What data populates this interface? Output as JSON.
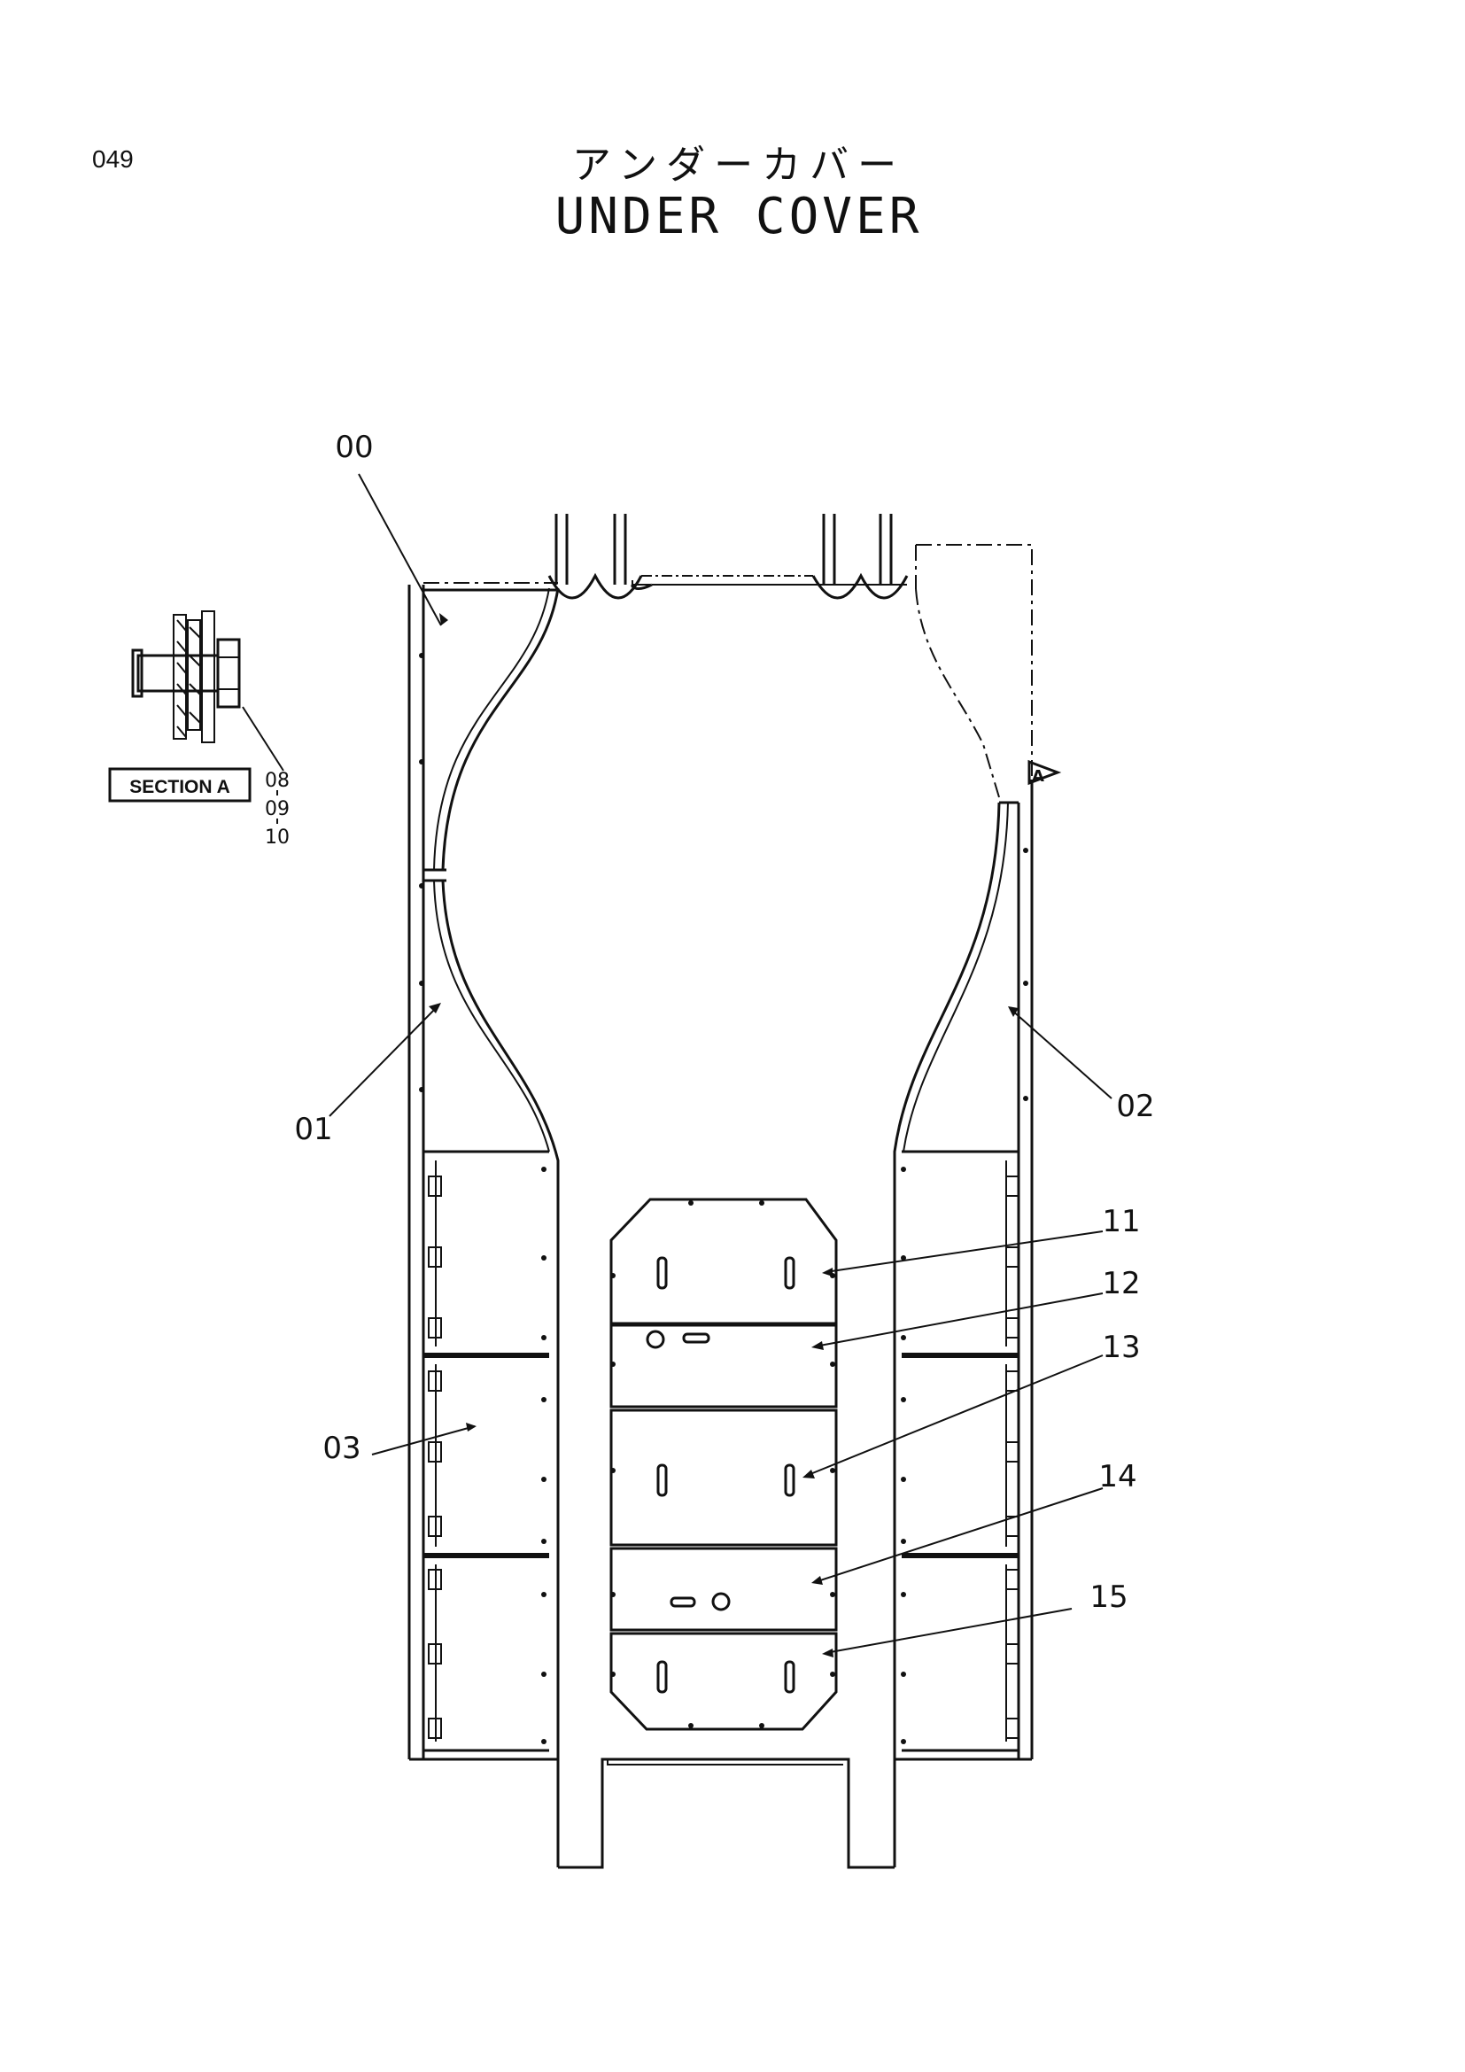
{
  "header": {
    "page_number": "049",
    "title_jp": "アンダーカバー",
    "title_en": "UNDER COVER"
  },
  "section_view": {
    "label": "SECTION A",
    "callouts": [
      "08",
      "09",
      "10"
    ],
    "marker": "A"
  },
  "part_callouts": [
    {
      "id": "00"
    },
    {
      "id": "01"
    },
    {
      "id": "02"
    },
    {
      "id": "03"
    },
    {
      "id": "11"
    },
    {
      "id": "12"
    },
    {
      "id": "13"
    },
    {
      "id": "14"
    },
    {
      "id": "15"
    }
  ],
  "colors": {
    "ink": "#111111",
    "paper": "#ffffff"
  }
}
